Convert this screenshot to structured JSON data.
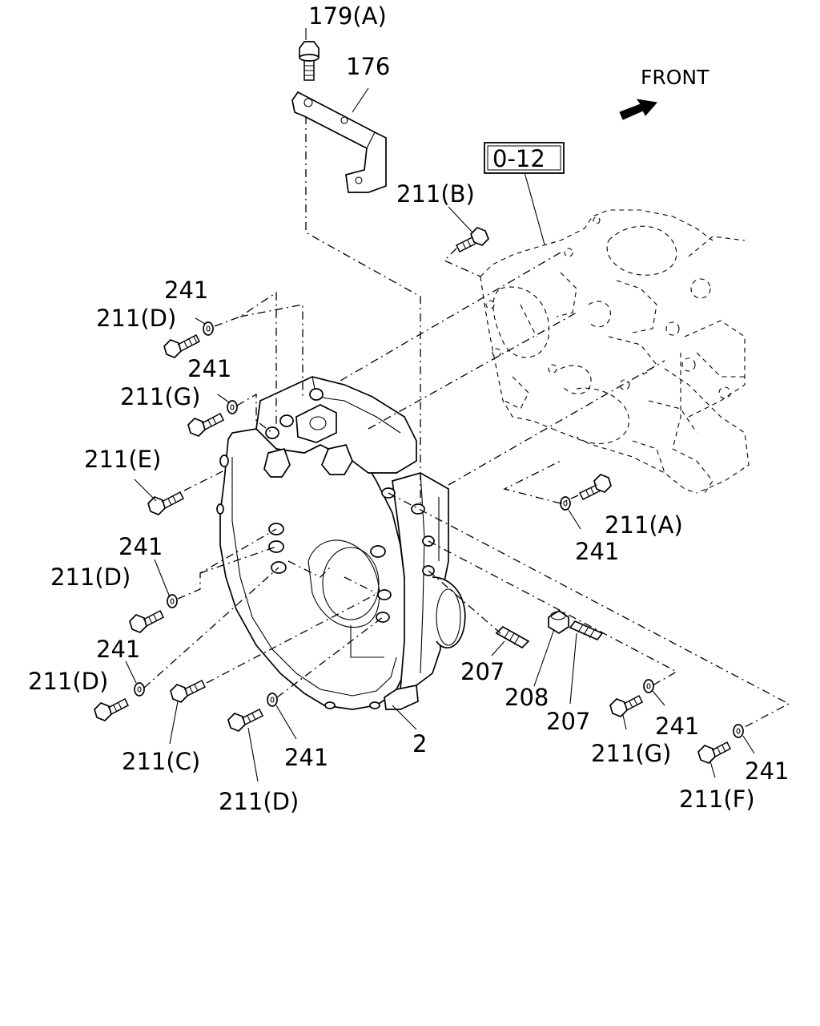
{
  "front_label": "FRONT",
  "ref_box": "0-12",
  "labels": [
    {
      "id": "l179a",
      "text": "179(A)"
    },
    {
      "id": "l176",
      "text": "176"
    },
    {
      "id": "l211b",
      "text": "211(B)"
    },
    {
      "id": "l241_1",
      "text": "241"
    },
    {
      "id": "l211d_1",
      "text": "211(D)"
    },
    {
      "id": "l241_2",
      "text": "241"
    },
    {
      "id": "l211g_1",
      "text": "211(G)"
    },
    {
      "id": "l211e",
      "text": "211(E)"
    },
    {
      "id": "l241_3",
      "text": "241"
    },
    {
      "id": "l211d_2",
      "text": "211(D)"
    },
    {
      "id": "l241_4",
      "text": "241"
    },
    {
      "id": "l211d_3",
      "text": "211(D)"
    },
    {
      "id": "l211c",
      "text": "211(C)"
    },
    {
      "id": "l241_5",
      "text": "241"
    },
    {
      "id": "l211d_4",
      "text": "211(D)"
    },
    {
      "id": "l2",
      "text": "2"
    },
    {
      "id": "l207_1",
      "text": "207"
    },
    {
      "id": "l208",
      "text": "208"
    },
    {
      "id": "l207_2",
      "text": "207"
    },
    {
      "id": "l211a",
      "text": "211(A)"
    },
    {
      "id": "l241_6",
      "text": "241"
    },
    {
      "id": "l241_7",
      "text": "241"
    },
    {
      "id": "l211g_2",
      "text": "211(G)"
    },
    {
      "id": "l241_8",
      "text": "241"
    },
    {
      "id": "l211f",
      "text": "211(F)"
    }
  ]
}
